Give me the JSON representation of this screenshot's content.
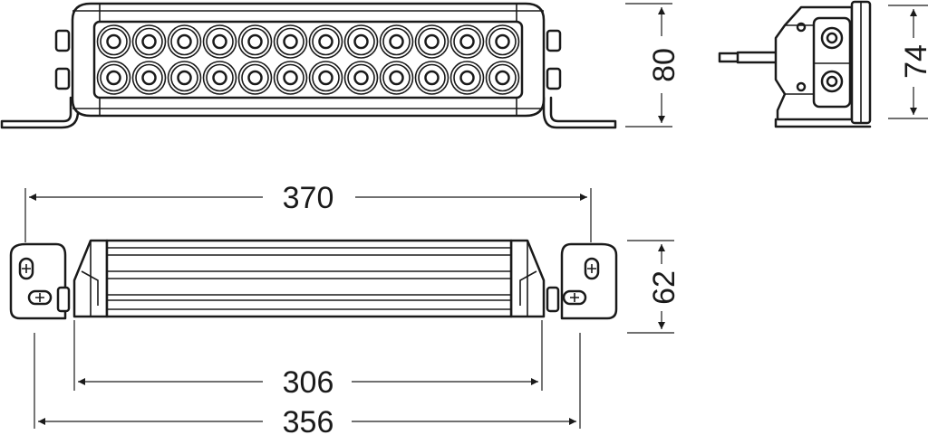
{
  "dimensions": {
    "front_height": "80",
    "side_height": "74",
    "overall_width": "370",
    "bar_height": "62",
    "bar_width": "306",
    "mount_width": "356"
  },
  "led_grid": {
    "columns": 12,
    "rows": 2
  },
  "colors": {
    "line": "#1a1a1a",
    "background": "#ffffff"
  }
}
